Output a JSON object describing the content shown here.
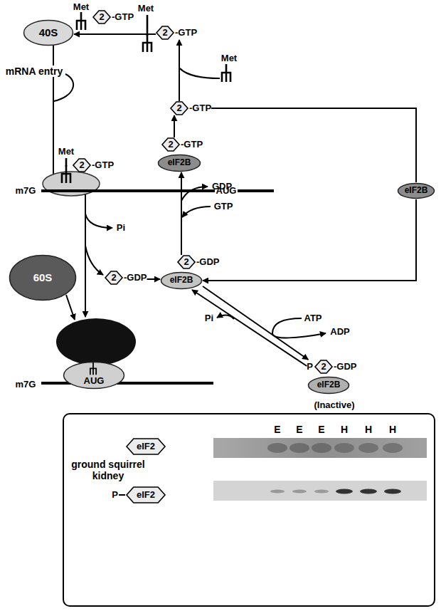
{
  "diagram": {
    "nodes": [
      {
        "text": [
          "40S"
        ]
      },
      {
        "text": [
          "2",
          "-GTP"
        ]
      },
      {
        "text": [
          "2",
          "-GTP"
        ]
      },
      {
        "text": [
          "2",
          "-GTP"
        ]
      },
      {
        "text": [
          "2",
          "-GTP"
        ]
      },
      {
        "text": [
          "eIF2B"
        ]
      },
      {
        "text": [
          "eIF2B"
        ]
      },
      {
        "text": [
          "2",
          "-GTP"
        ]
      },
      {
        "text": [
          "2",
          "-GDP"
        ]
      },
      {
        "text": [
          "2",
          "-GDP"
        ]
      },
      {
        "text": [
          "eIF2B"
        ]
      },
      {
        "text": [
          "P",
          "2",
          "-GDP"
        ]
      },
      {
        "text": [
          "eIF2B"
        ]
      },
      {
        "text": [
          "60S"
        ]
      },
      {
        "text": [
          "AUG"
        ]
      },
      {
        "text": [
          "E",
          "E",
          "E",
          "H",
          "H",
          "H",
          "ground squirrel kidney"
        ]
      },
      {
        "text": [
          "eIF2"
        ],
        "in": 15
      },
      {
        "text": [
          "P",
          "eIF2"
        ],
        "in": 15
      }
    ],
    "edges": [
      {
        "from": 2,
        "to": 0,
        "arrow": "to"
      },
      {
        "from": 3,
        "to": 2,
        "arrow": "to"
      },
      {
        "from": 4,
        "to": 3,
        "arrow": "to"
      },
      {
        "from": 9,
        "to": 5,
        "arrow": "to"
      },
      {
        "from": 3,
        "to": 6,
        "arrow": "none"
      },
      {
        "from": 6,
        "to": 10,
        "arrow": "to"
      },
      {
        "from": 8,
        "to": 10,
        "arrow": "to"
      },
      {
        "from": 10,
        "to": 11,
        "arrow": "to"
      },
      {
        "from": 11,
        "to": 10,
        "arrow": "to"
      }
    ],
    "labels": [
      "Met",
      "Met",
      "Met",
      "mRNA entry",
      "Met",
      "m7G",
      "AUG",
      "GDP",
      "GTP",
      "Pi",
      "ATP",
      "ADP",
      "Pi",
      "(Inactive)",
      "m7G"
    ]
  }
}
